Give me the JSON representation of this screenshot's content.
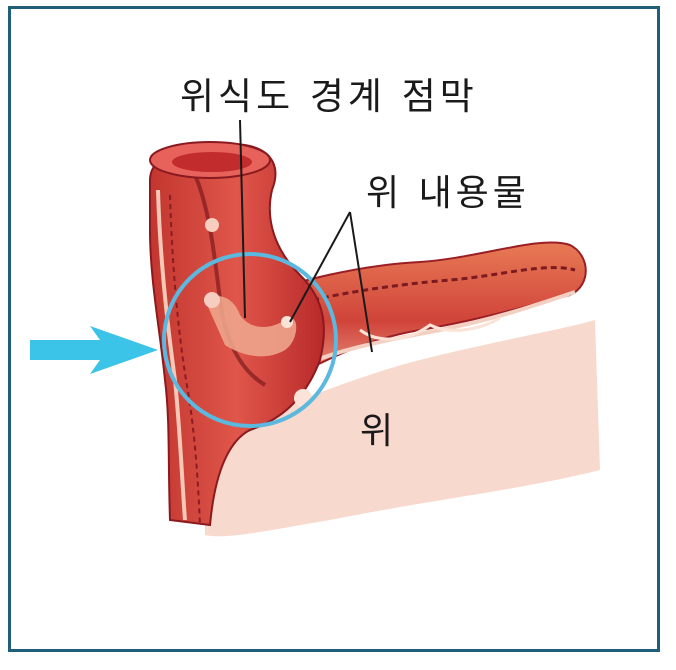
{
  "labels": {
    "gej_mucosa": "위식도 경계 점막",
    "gastric_contents": "위 내용물",
    "stomach": "위"
  },
  "colors": {
    "frame": "#1f5f7a",
    "arrow": "#3cc3e8",
    "circle": "#5bb8de",
    "tissue_dark": "#b0232b",
    "tissue_mid": "#d9473c",
    "tissue_light": "#f0a98f"
  }
}
